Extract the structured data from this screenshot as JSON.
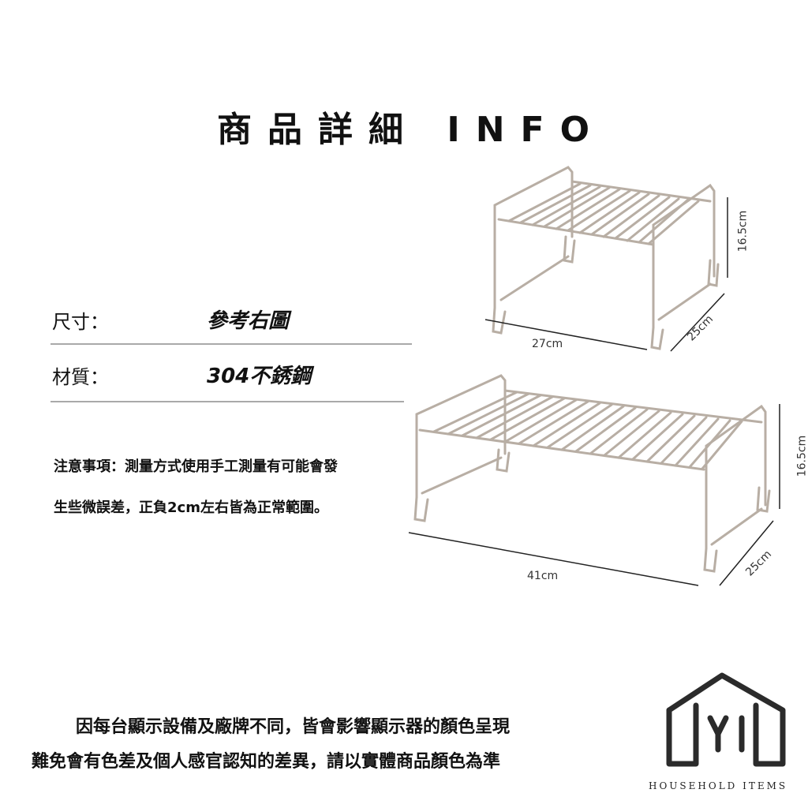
{
  "header": {
    "title": "商品詳細 INFO"
  },
  "specs": [
    {
      "label": "尺寸：",
      "value": "參考右圖"
    },
    {
      "label": "材質：",
      "value": "304不銹鋼"
    }
  ],
  "note": {
    "line1": "注意事項：測量方式使用手工測量有可能會發",
    "line2": "生些微誤差，正負2cm左右皆為正常範圍。"
  },
  "products": [
    {
      "name": "small-rack",
      "width": "27cm",
      "depth": "25cm",
      "height": "16.5cm"
    },
    {
      "name": "large-rack",
      "width": "41cm",
      "depth": "25cm",
      "height": "16.5cm"
    }
  ],
  "disclaimer": {
    "line1": "因每台顯示設備及廠牌不同，皆會影響顯示器的顏色呈現",
    "line2": "難免會有色差及個人感官認知的差異，請以實體商品顏色為準"
  },
  "brand": {
    "logo_letters": "YI",
    "tagline": "HOUSEHOLD ITEMS",
    "color": "#2b2b2b"
  },
  "colors": {
    "rack_metal": "#b8aea4",
    "divider": "#a9a9a9",
    "text": "#111111"
  }
}
